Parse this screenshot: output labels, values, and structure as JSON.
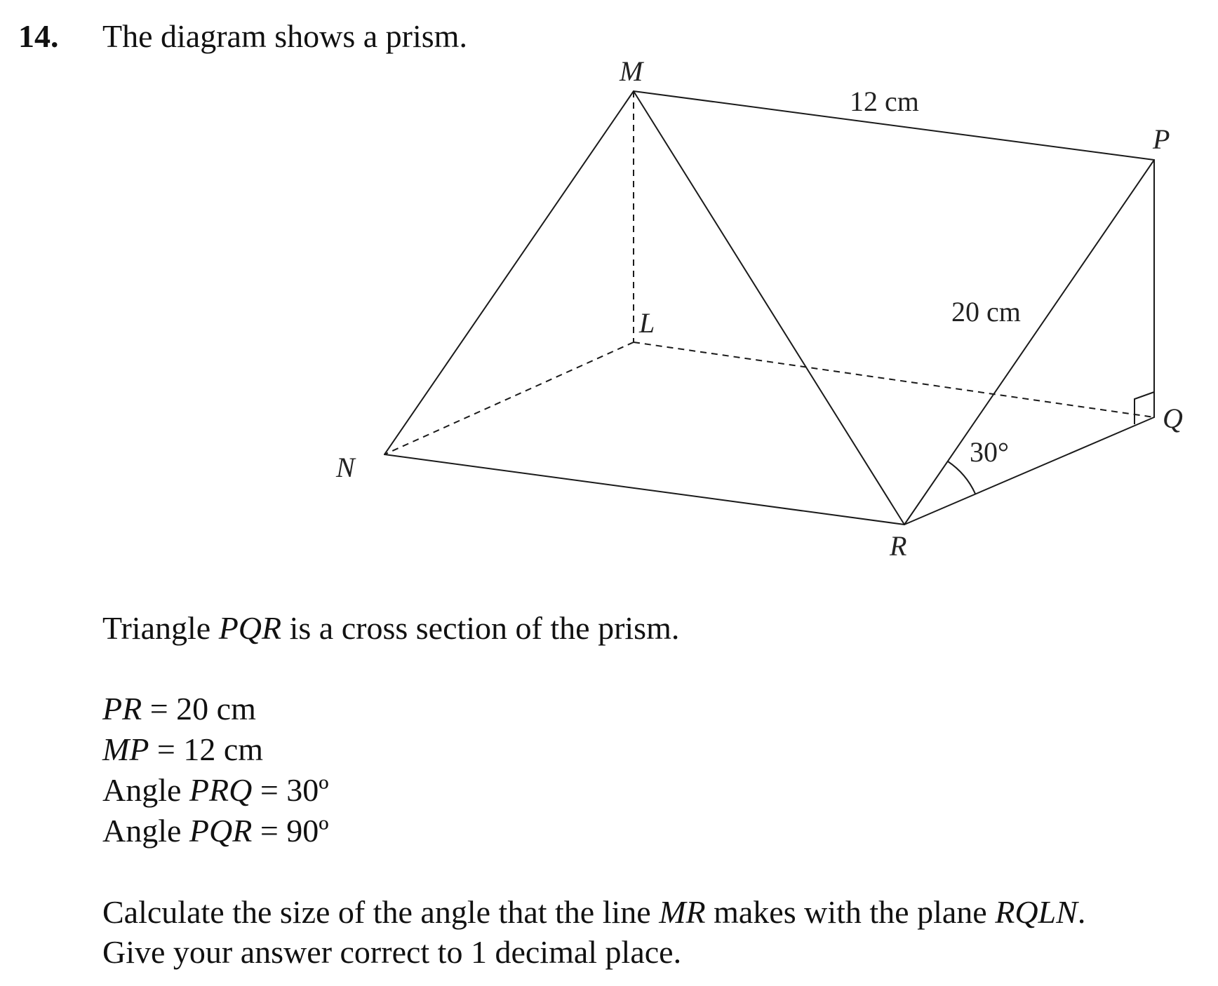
{
  "question": {
    "number": "14.",
    "intro": "The diagram shows a prism."
  },
  "diagram": {
    "vertices": {
      "M": "M",
      "P": "P",
      "L": "L",
      "Q": "Q",
      "N": "N",
      "R": "R"
    },
    "measurements": {
      "mp_label": "12 cm",
      "pr_label": "20 cm",
      "angle_label": "30°"
    }
  },
  "text": {
    "cross_section": {
      "pre": "Triangle ",
      "name": "PQR",
      "post": " is a cross section of the prism."
    },
    "given": [
      {
        "pre": "",
        "name": "PR",
        "post": " = 20 cm"
      },
      {
        "pre": "",
        "name": "MP",
        "post": " = 12 cm"
      },
      {
        "pre": "Angle ",
        "name": "PRQ",
        "post": " = 30º"
      },
      {
        "pre": "Angle ",
        "name": "PQR",
        "post": " = 90º"
      }
    ],
    "task": {
      "pre": "Calculate the size of the angle that the line ",
      "line": "MR",
      "mid": " makes with the plane ",
      "plane": "RQLN",
      "post": "."
    },
    "instruction": "Give your answer correct to 1 decimal place."
  }
}
